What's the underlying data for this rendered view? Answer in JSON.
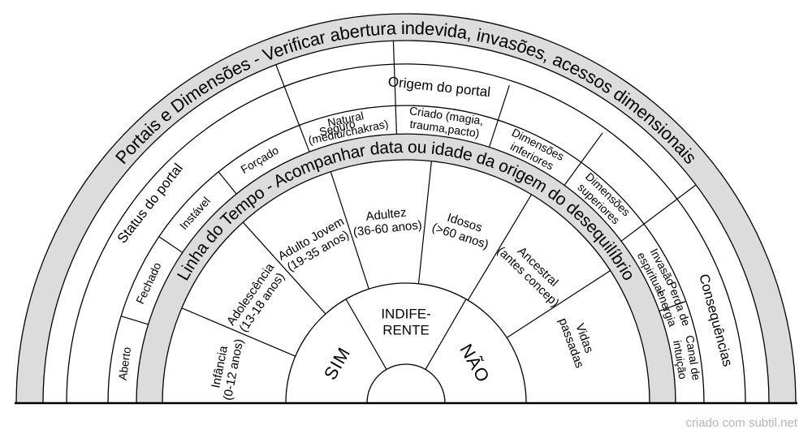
{
  "outer_title": "Portais e Dimensões - Verificar abertura indevida, invasões, acessos dimensionais",
  "inner_title": "Linha do Tempo - Acompanhar data ou idade da origem do desequilíbrio",
  "sectors": {
    "status": "Status do portal",
    "origin": "Origem do portal",
    "consequences": "Consequências"
  },
  "status_items": [
    "Aberto",
    "Fechado",
    "Instável",
    "Forçado",
    "Seguro"
  ],
  "origin_items": [
    [
      "Natural",
      "(mediu/chakras)"
    ],
    [
      "Criado (magia,",
      "trauma,pacto)"
    ],
    [
      "Dimensões",
      "inferiores"
    ],
    [
      "Dimensões",
      "superiores"
    ],
    [
      "Invasão",
      "espiritual"
    ]
  ],
  "consequence_items": [
    [
      "Perda de",
      "energia"
    ],
    [
      "Canal de",
      "intuição"
    ]
  ],
  "timeline_items": [
    [
      "Infância",
      "(0-12 anos)"
    ],
    [
      "Adolescência",
      "(13-18 anos)"
    ],
    [
      "Adulto Jovem",
      "(19-35 anos)"
    ],
    [
      "Adultez",
      "(36-60 anos)"
    ],
    [
      "Idosos",
      "(>60 anos)"
    ],
    [
      "Ancestral",
      "(antes concep)"
    ],
    [
      "Vidas",
      "passadas"
    ]
  ],
  "answers": {
    "yes": "SIM",
    "neutral": [
      "INDIFE-",
      "RENTE"
    ],
    "no": "NÃO"
  },
  "credit": "criado com subtil.net",
  "colors": {
    "band": "#dcdcdc",
    "lines": "#000000",
    "credit": "#b5b5b5"
  }
}
